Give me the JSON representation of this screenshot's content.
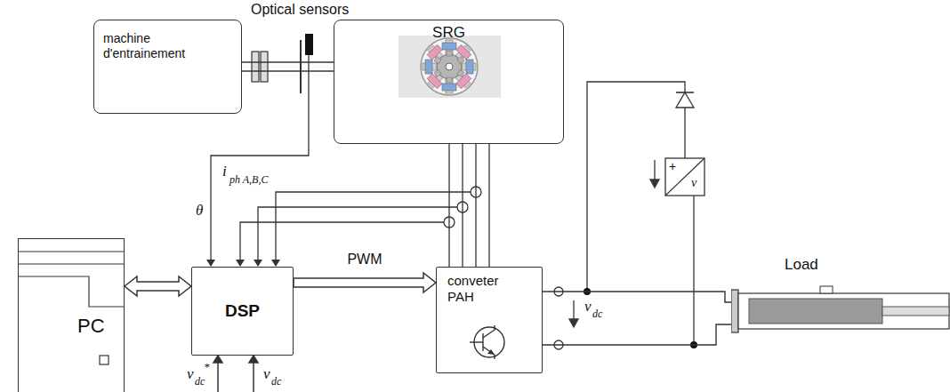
{
  "diagram": {
    "nodes": [
      {
        "text": [
          "machine d'entrainement"
        ]
      },
      {
        "text": [
          "SRG"
        ]
      },
      {
        "text": [
          "PC"
        ]
      },
      {
        "text": [
          "DSP"
        ]
      },
      {
        "text": [
          "conveter PAH"
        ]
      },
      {
        "text": [
          "Load"
        ]
      }
    ],
    "edges": [
      {
        "from": 0,
        "to": 1,
        "arrow": "none"
      },
      {
        "from": 2,
        "to": 3,
        "arrow": "both"
      },
      {
        "from": 3,
        "to": 4,
        "arrow": "to",
        "label": "PWM"
      },
      {
        "from": 1,
        "to": 4,
        "arrow": "none"
      },
      {
        "from": 4,
        "to": 5,
        "arrow": "none"
      }
    ],
    "labels": [
      "Optical sensors",
      "θ",
      "i",
      "ph A,B,C",
      "v",
      "dc",
      "*",
      "v",
      "dc",
      "v",
      "dc",
      "+",
      "v"
    ]
  }
}
